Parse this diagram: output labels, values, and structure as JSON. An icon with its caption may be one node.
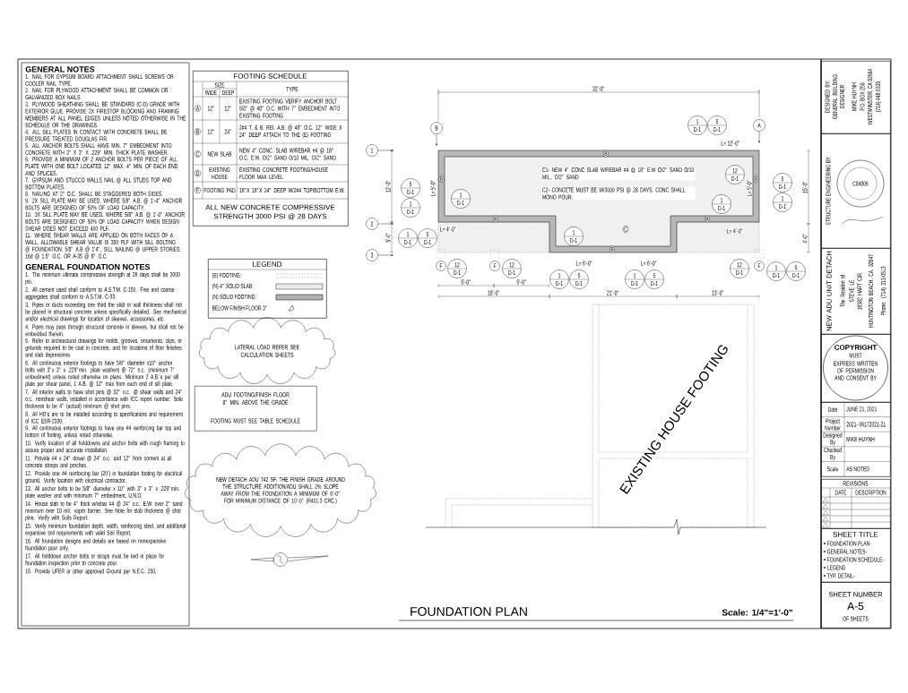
{
  "diagram": {
    "title": "FOUNDATION PLAN",
    "nodes": [
      {
        "text": [
          "GENERAL NOTES",
          "1. NAIL FOR GYPSUM BOARD ATTACHMENT SHALL SCREWS OR COOLER NAIL TYPE.",
          "2. NAIL FOR PLYWOOD ATTACHMENT SHALL BE COMMON OR GALVANIZED BOX NAILS.",
          "3. PLYWOOD SHEATHING SHALL BE STANDARD (C-D) GRADE WITH EXTERIOR GLUE. PROVIDE 2X FIRESTOP BLOCKING AND FRAMING MEMBERS AT ALL PANEL EDGES UNLESS NOTED OTHERWISE IN THE SCHEDULE OR THE DRAWINGS.",
          "4. ALL SILL PLATES IN CONTACT WITH CONCRETE SHALL BE PRESSURE TREATED DOUGLAS FIR.",
          "5. ALL ANCHOR BOLTS SHALL HAVE MIN. 7\" EMBEDMENT INTO CONCRETE WITH 3\" X 3\" X .229\" MIN. THICK PLATE WASHER.",
          "6. PROVIDE A MINIMUM OF 2 ANCHOR BOLTS PER PIECE OF ALL PLATE WITH ONE BOLT LOCATED 12\" MAX. 4\" MIN. OF EACH END AND SPLICES.",
          "7. GYPSUM AND STUCCO WALLS NAIL @ ALL STUDS TOP AND BOTTOM PLATES.",
          "8. NAILING AT 2\" O.C. SHALL BE STAGGERED BOTH SIDES.",
          "9. 2X SILL PLATE MAY BE USED, WHERE 5/8\" A.B. @ 1'-4\" ANCHOR BOLTS ARE DESIGNED OF 50% OF LOAD CAPACITY.",
          "10. 3X SILL PLATE MAY BE USED, WHERE 5/8\" A.B. @ 1'-0\" ANCHOR BOLTS ARE DESIGNED OF 50% OF LOAD CAPACITY WHEN DESIGN SHEAR DOES NOT EXCEED 400 PLF.",
          "11. WHERE SHEAR WALLS ARE APPLIED ON BOTH FACES OF A WALL, ALLOWABLE SHEAR VALUE IS 350 PLF WITH SILL BOLTING @ FOUNDATION: 5/8\" A.B @ 1'4\", SILL NAILING @ UPPER STORIES: 16d @ 1.5\" O.C. OR A-35 @ 8\" O.C.",
          "GENERAL FOUNDATION NOTES",
          "1. The minimum ultimate compressive strength at 28 days shall be 3000 psi.",
          "2. All cement used shall conform to A.S.T.M. C-150. Fine and coarse aggregates shall conform to A.S.T.M. C-33.",
          "3. Pipes or ducts exceeding one third the slab or wall thickness shall not be placed in structural concrete unless specifically detailed. See mechanical and/or electrical drawings for location of sleeves, accessories, etc.",
          "4. Pipes may pass through structural concrete in sleeves, but shall not be embedded therein.",
          "5. Refer to architectural drawings for molds, grooves, ornaments, clips, or grounds required to be cast in concrete, and for locations of floor finishes and slab depressions.",
          "6. All continuous exterior footings to have 5/8\" diameter x10\" anchor bolts with 3\"x 3\" x .229\"min. plate washers @ 72\" o.c. (minimum 7\" embedment) unless noted otherwise on plans. Minimum 2 A.B.'s per sill plate per shear panel, 1 A.B. @ 12\" max from each end of sill plate.",
          "7. All interior walls to have shot pins @ 32\" o.c. @ shear walls and 24\" o.c. nonshear walls, installed in accordance with ICC report number. Sole thickness to be 4\" (actual) minimum @ shot pins.",
          "8. All HD's are to be installed according to specifications and requirement of ICC ESR-2330.",
          "9. All continuous exterior footings to have one #4 reinforcing bar top and bottom of footing, unless noted otherwise.",
          "10. Verify location of all holddowns and anchor bolts with rough framing to assure proper and accurate installation.",
          "11. Provide #4 x 24\" dowel @ 24\" o.c. and 12\" from corners at all concrete stoops and porches.",
          "12. Provide one #4 reinforcing bar (20') in foundation footing for electrical ground. Verify location with electrical contractor.",
          "13. All anchor bolts to be 5/8\" diameter x 10\" with 3\" x 3\" x .229\"min. plate washer and with minimum 7\" embedment, U.N.O.",
          "14. House slab to be 4\" thick w/rebar #4 @ 24\" o.c. E.W. over 2\" sand minimum over 10 mil. vapor barrier. See Note for slab thickness @ shot pins. Verify with Soils Report.",
          "15. Verify minimum foundation depth, width, reinforcing steel, and additional expansive soil requirements with valid Soil Report.",
          "16. All foundation designs and details are based on nonexpansive foundation pour only.",
          "17. All holddown anchor bolts or straps must be tied in place for foundation inspection prior to concrete pour.",
          "18. Provide UFER or other approved Ground per N.E.C. 250."
        ]
      },
      {
        "text": [
          "FOOTING SCHEDULE",
          "SIZE",
          "WIDE",
          "DEEP",
          "TYPE",
          "A",
          "12\"",
          "12\"",
          "EXISTING FOOTING VERIFY ANCHOR BOLT 5/8\" @ 48\" O.C. WITH 7\" EMBEDMENT INTO EXISTING FOOTING",
          "B",
          "12\"",
          "24\"",
          "2#4 T. & B. REI. A.B. @ 48\" O.C. 12\" WIDE X 24\" DEEP ATTACH TO THE (E) FOOTING",
          "C",
          "NEW SLAB",
          "NEW 4\" CONC. SLAB W/REBAR #4 @ 18\" O.C. E.W. O/2\" SAND O/10 MIL. O/2\" SAND",
          "D",
          "EXISTING HOUSE",
          "EXISTING CONCRETE FOOTING/HOUSE FLOOR MAX LEVEL",
          "F",
          "FOOTING PAD",
          "18\"X 18\"X 24\" DEEP W/2#4 TOP/BOTTOM E.W.",
          "ALL NEW CONCRETE COMPRESSIVE STRENGTH 3000 PSI @ 28 DAYS"
        ]
      },
      {
        "text": [
          "LEGEND"
        ]
      },
      {
        "text": [
          "LATERAL LOAD REFER SEE CALCULATION SHEETS"
        ]
      },
      {
        "text": [
          "ADU FOOTING/FINISH FLOOR 8\" MIN. ABOVE THE GRADE",
          "FOOTING MUST SEE TABLE SCHEDULE"
        ]
      },
      {
        "text": [
          "NEW DETACH ADU 742 SF. THE FINISH GRADE AROUND THE STRUCTURE ADDITION/ADU SHALL 2% SLOPE AWAY FROM THE FOUNDATION A MINIMUM OF 6'-0\" FOR MINIMUM DISTANCE OF 10'-0\" (R401.3 CRC.)"
        ]
      },
      {
        "text": [
          "EXISTING HOUSE FOOTING"
        ]
      },
      {
        "text": [
          "C1- NEW 4\" CONC SLAB W/REBAR #4 @ 18\" E.W O/2\" SAND O/10 MIL., O/2\" SAND",
          "C2- CONCETE MUST BE W/3000 PSI @ 28 DAYS. CONC SHALL MONO POUR."
        ]
      },
      {
        "text": [
          "DESIGNED BY:",
          "GENERAL BUILDING DESIGNER",
          "MIKE HUYNH",
          "P.O. BOX 258",
          "WESTMINSTER, CA 92684",
          "(714) 448-5335"
        ]
      },
      {
        "text": [
          "STRUCTURE ENGINEERING BY:",
          "C84806"
        ]
      },
      {
        "text": [
          "NEW ADU UNIT DETACH",
          "The Residen of",
          "STEVE LE",
          "16582 HART CIR.",
          "HUNTINGTON BEACH, CA. 92647",
          "Phone: (714) 313-0513"
        ]
      },
      {
        "text": [
          "COPYRIGHT",
          "MUST",
          "EXPRESS WRITTEN OF PERMISSION AND CONSENT BY"
        ]
      },
      {
        "text": [
          "Date",
          "JUNE 21, 2021",
          "Project Number",
          "2021- 06172021-21",
          "Designed By",
          "MIKE HUYNH",
          "Checked By",
          "Scale",
          "AS NOTED"
        ]
      },
      {
        "text": [
          "REVISIONS",
          "DATE",
          "DESCRIPTION"
        ]
      },
      {
        "text": [
          "SHEET TITLE",
          "FOUNDATION PLAN-",
          "GENERAL NOTES-",
          "FOUNDATION SCHEDULE-",
          "LEGEND",
          "TYP. DETAIL-"
        ]
      },
      {
        "text": [
          "SHEET NUMBER",
          "A-5",
          "OF SHEETS"
        ]
      }
    ],
    "labels": [
      "Scale: 1/4\"=1'-0\"",
      "32'-0\"",
      "12'-0\"",
      "5'-0\"",
      "15'-0\"",
      "4'-0\"",
      "5'-0\"",
      "5'-0\"",
      "18'-0\"",
      "21'-0\"",
      "13'-0\"",
      "1",
      "2",
      "3",
      "B",
      "A",
      "L= 12'-0\"",
      "L= 5'-0\"",
      "L= 5'-0\"",
      "L= 4'-0\"",
      "L= 6'-0\"",
      "L= 6'-0\"",
      "L= 4'-0\"",
      "B",
      "B",
      "B",
      "B",
      "B",
      "B",
      "C",
      "F",
      "F",
      "F",
      "1",
      "D-1",
      "5",
      "D-1",
      "12",
      "D-1",
      "5",
      "D-1",
      "5",
      "D-1",
      "1",
      "D-1",
      "1",
      "D-1",
      "1",
      "D-1",
      "1",
      "D-1",
      "1",
      "D-1",
      "5",
      "D-1",
      "1",
      "D-1",
      "12",
      "D-1",
      "12",
      "D-1",
      "1",
      "D-1",
      "5",
      "D-1",
      "1",
      "D-1",
      "5",
      "D-1",
      "12",
      "D-1",
      "1",
      "D-1",
      "5",
      "D-1"
    ],
    "legend": [
      {
        "text": "(E) FOOTING:"
      },
      {
        "text": "(N) 4\" SOLID SLAB:"
      },
      {
        "text": "(N) SOLID FOOTING:"
      },
      {
        "text": "BELOW FINISH FLOOR 3\""
      }
    ]
  }
}
